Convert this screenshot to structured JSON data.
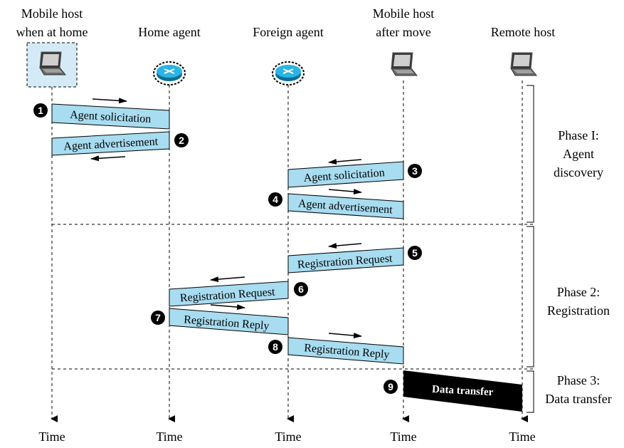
{
  "headers": {
    "mobile_home": [
      "Mobile host",
      "when at home"
    ],
    "home_agent": "Home agent",
    "foreign_agent": "Foreign agent",
    "mobile_after": [
      "Mobile host",
      "after move"
    ],
    "remote_host": "Remote host"
  },
  "time_label": "Time",
  "messages": [
    {
      "num": "1",
      "label": "Agent solicitation"
    },
    {
      "num": "2",
      "label": "Agent advertisement"
    },
    {
      "num": "3",
      "label": "Agent solicitation"
    },
    {
      "num": "4",
      "label": "Agent advertisement"
    },
    {
      "num": "5",
      "label": "Registration Request"
    },
    {
      "num": "6",
      "label": "Registration Request"
    },
    {
      "num": "7",
      "label": "Registration Reply"
    },
    {
      "num": "8",
      "label": "Registration Reply"
    },
    {
      "num": "9",
      "label": "Data transfer"
    }
  ],
  "phases": {
    "p1": [
      "Phase I:",
      "Agent",
      "discovery"
    ],
    "p2": [
      "Phase 2:",
      "Registration"
    ],
    "p3": [
      "Phase 3:",
      "Data transfer"
    ]
  },
  "colors": {
    "message_fill": "#a8dcf0",
    "data_transfer_fill": "#000000",
    "router_fill": "#2bb4e6",
    "highlight_box": "#d4ebf7"
  }
}
